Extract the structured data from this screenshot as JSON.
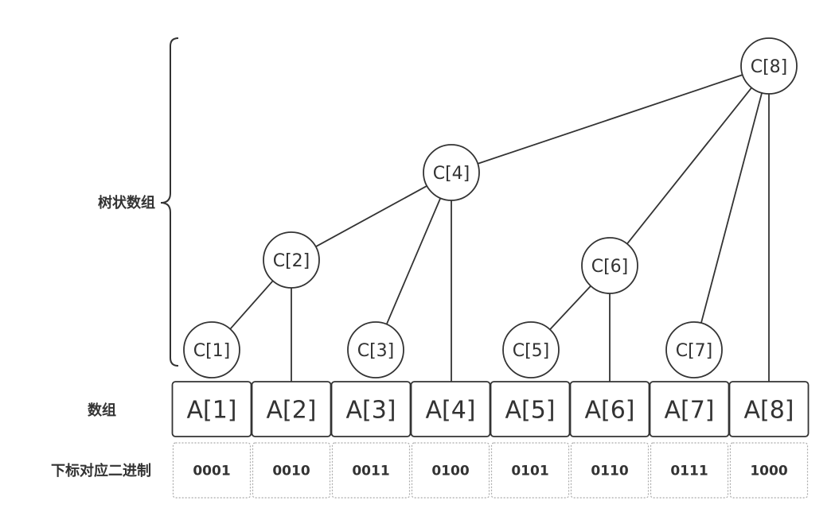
{
  "labels": {
    "tree": "树状数组",
    "array": "数组",
    "binary": "下标对应二进制"
  },
  "tree_nodes": [
    {
      "id": "C1",
      "label": "C[1]"
    },
    {
      "id": "C2",
      "label": "C[2]"
    },
    {
      "id": "C3",
      "label": "C[3]"
    },
    {
      "id": "C4",
      "label": "C[4]"
    },
    {
      "id": "C5",
      "label": "C[5]"
    },
    {
      "id": "C6",
      "label": "C[6]"
    },
    {
      "id": "C7",
      "label": "C[7]"
    },
    {
      "id": "C8",
      "label": "C[8]"
    }
  ],
  "edges": [
    {
      "from": "C1",
      "to": "C2"
    },
    {
      "from": "C2",
      "to": "C4"
    },
    {
      "from": "C3",
      "to": "C4"
    },
    {
      "from": "C4",
      "to": "C8"
    },
    {
      "from": "C5",
      "to": "C6"
    },
    {
      "from": "C6",
      "to": "C8"
    },
    {
      "from": "C7",
      "to": "C8"
    }
  ],
  "array_cells": [
    "A[1]",
    "A[2]",
    "A[3]",
    "A[4]",
    "A[5]",
    "A[6]",
    "A[7]",
    "A[8]"
  ],
  "binary_cells": [
    "0001",
    "0010",
    "0011",
    "0100",
    "0101",
    "0110",
    "0111",
    "1000"
  ],
  "colors": {
    "stroke": "#333333",
    "text": "#333333",
    "dotted": "#aaaaaa",
    "background": "#ffffff"
  }
}
